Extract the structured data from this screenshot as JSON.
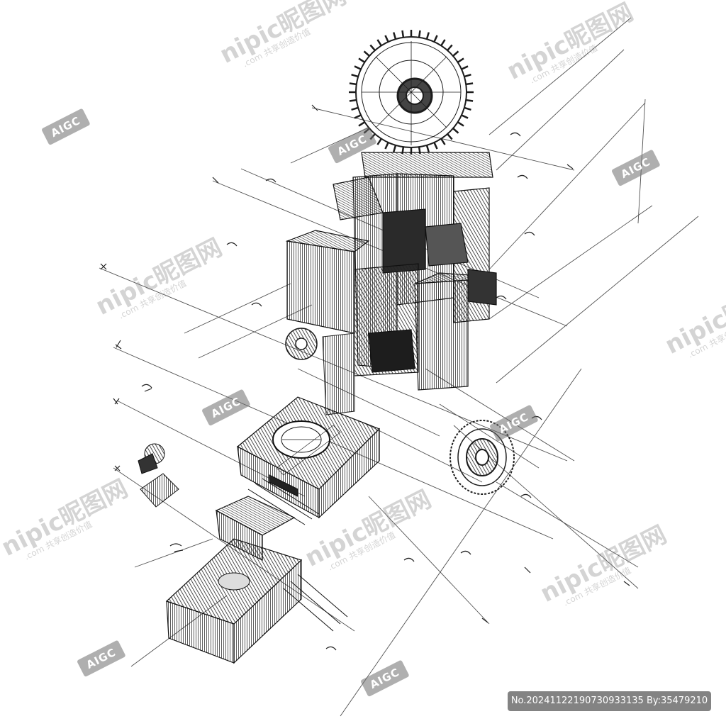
{
  "artwork": {
    "subject": "isometric technical sketch of a mechanical assembly with gears",
    "line_color": "#1a1a1a",
    "background_color": "#ffffff"
  },
  "watermarks": {
    "nipic_text": "nipic昵图网",
    "nipic_sub": ".com 共享创造价值",
    "aigc_text": "AIGC"
  },
  "badge": {
    "text": "No.20241122190730933135 By:35479210"
  }
}
